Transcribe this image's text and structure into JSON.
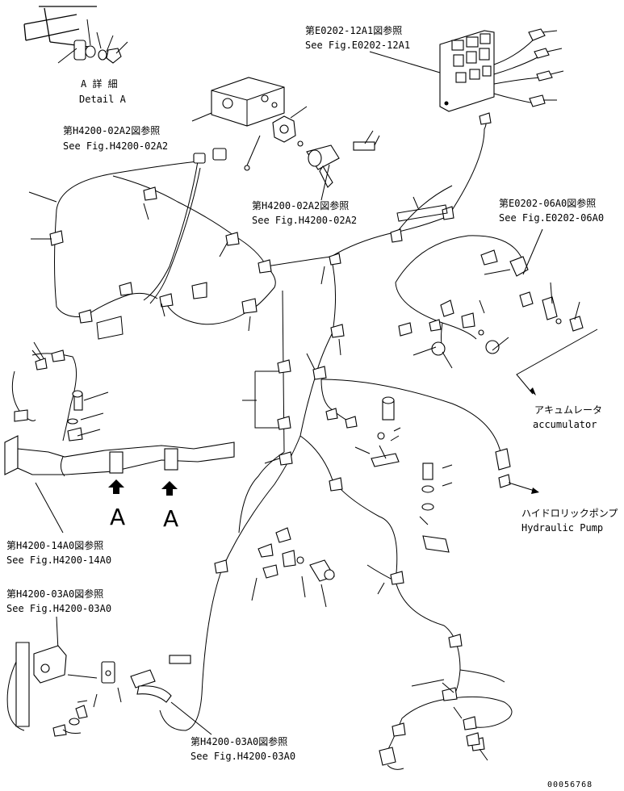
{
  "labels": {
    "detail_a_jp": "A 詳 細",
    "detail_a_en": "Detail A",
    "e0202_12a1_jp": "第E0202-12A1図参照",
    "e0202_12a1_en": "See Fig.E0202-12A1",
    "h4200_02a2_top_jp": "第H4200-02A2図参照",
    "h4200_02a2_top_en": "See Fig.H4200-02A2",
    "h4200_02a2_mid_jp": "第H4200-02A2図参照",
    "h4200_02a2_mid_en": "See Fig.H4200-02A2",
    "e0202_06a0_jp": "第E0202-06A0図参照",
    "e0202_06a0_en": "See Fig.E0202-06A0",
    "accumulator_jp": "アキュムレータ",
    "accumulator_en": "accumulator",
    "hydraulic_pump_jp": "ハイドロリックポンプ",
    "hydraulic_pump_en": "Hydraulic Pump",
    "h4200_14a0_jp": "第H4200-14A0図参照",
    "h4200_14a0_en": "See Fig.H4200-14A0",
    "h4200_03a0_left_jp": "第H4200-03A0図参照",
    "h4200_03a0_left_en": "See Fig.H4200-03A0",
    "h4200_03a0_bottom_jp": "第H4200-03A0図参照",
    "h4200_03a0_bottom_en": "See Fig.H4200-03A0",
    "view_a_1": "A",
    "view_a_2": "A",
    "drawing_number": "00056768"
  }
}
